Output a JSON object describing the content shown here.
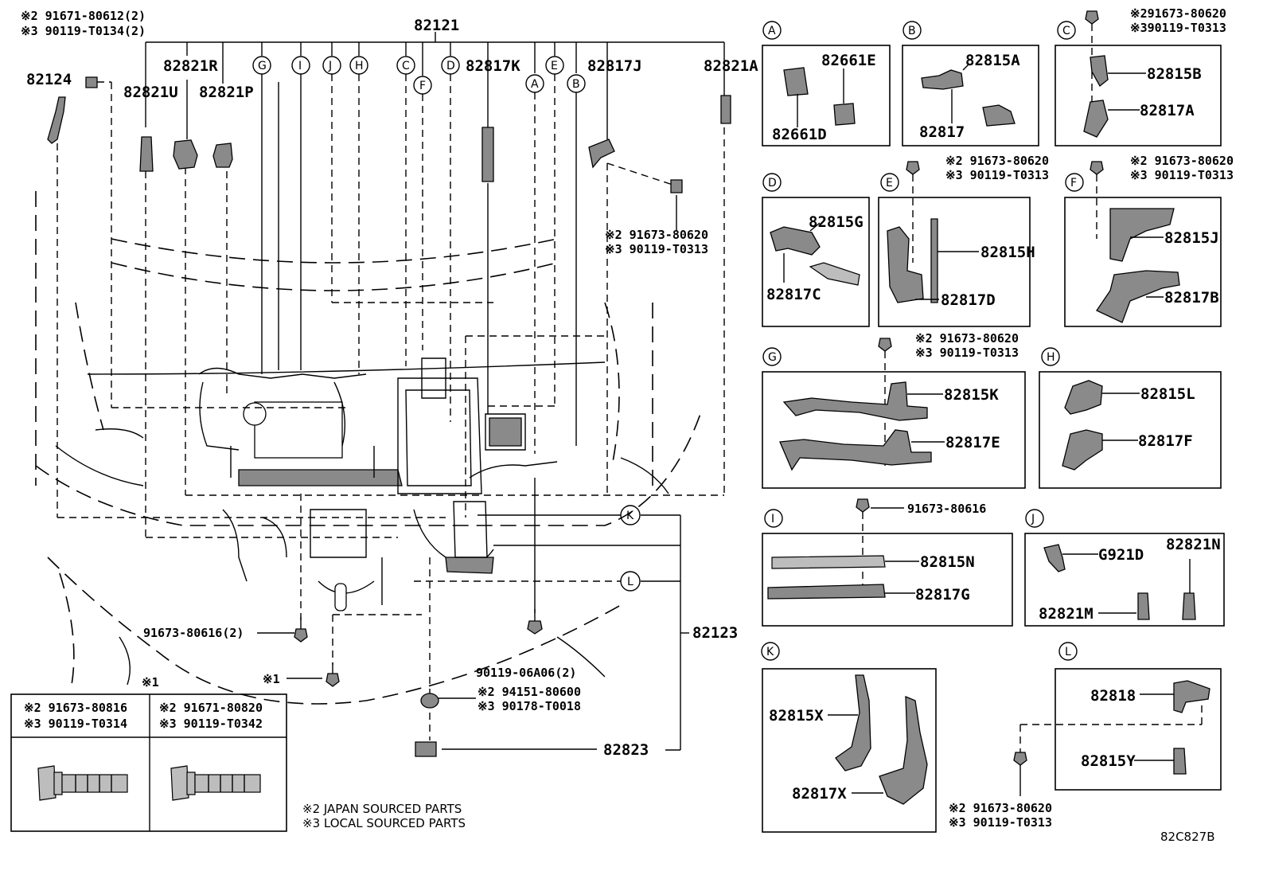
{
  "main": {
    "harness_number": "82121",
    "harness_parts": [
      "82821R",
      "82821P",
      "82821U",
      "82817K",
      "82817J",
      "82821A"
    ],
    "top_letter_circles": [
      "G",
      "I",
      "J",
      "H",
      "C",
      "F",
      "D",
      "A",
      "E",
      "B"
    ],
    "left_part": "82124",
    "left_bolt_note_1": "※2 91671-80612(2)",
    "left_bolt_note_2": "※3 90119-T0134(2)",
    "clamp_bolt_note_1": "※2 91673-80620",
    "clamp_bolt_note_2": "※3 90119-T0313",
    "bolt_a": "91673-80616(2)",
    "bolt_b_note": "※1",
    "bolt_c": "90119-06A06(2)",
    "nut_note_1": "※2 94151-80600",
    "nut_note_2": "※3 90178-T0018",
    "part_82823": "82823",
    "part_82123": "82123",
    "circle_k": "K",
    "circle_l": "L"
  },
  "bolt_table": {
    "title": "※1",
    "col1_line1": "※2 91673-80816",
    "col1_line2": "※3 90119-T0314",
    "col2_line1": "※2 91671-80820",
    "col2_line2": "※3 90119-T0342"
  },
  "footnotes": {
    "note_2": "※2 JAPAN SOURCED PARTS",
    "note_3": "※3 LOCAL SOURCED PARTS"
  },
  "diagram_code": "82C827B",
  "insets": {
    "A": {
      "letter": "A",
      "parts": [
        "82661E",
        "82661D"
      ]
    },
    "B": {
      "letter": "B",
      "parts": [
        "82815A",
        "82817"
      ]
    },
    "C": {
      "letter": "C",
      "parts": [
        "82815B",
        "82817A"
      ],
      "bolt_1": "※291673-80620",
      "bolt_2": "※390119-T0313"
    },
    "D": {
      "letter": "D",
      "parts": [
        "82815G",
        "82817C"
      ]
    },
    "E": {
      "letter": "E",
      "parts": [
        "82815H",
        "82817D"
      ],
      "bolt_1": "※2 91673-80620",
      "bolt_2": "※3 90119-T0313"
    },
    "F": {
      "letter": "F",
      "parts": [
        "82815J",
        "82817B"
      ],
      "bolt_1": "※2 91673-80620",
      "bolt_2": "※3 90119-T0313"
    },
    "G": {
      "letter": "G",
      "parts": [
        "82815K",
        "82817E"
      ],
      "bolt_1": "※2 91673-80620",
      "bolt_2": "※3 90119-T0313"
    },
    "H": {
      "letter": "H",
      "parts": [
        "82815L",
        "82817F"
      ]
    },
    "I": {
      "letter": "I",
      "parts": [
        "82815N",
        "82817G"
      ],
      "bolt_1": "91673-80616"
    },
    "J": {
      "letter": "J",
      "parts": [
        "G921D",
        "82821N",
        "82821M"
      ]
    },
    "K": {
      "letter": "K",
      "parts": [
        "82815X",
        "82817X"
      ]
    },
    "L": {
      "letter": "L",
      "parts": [
        "82818",
        "82815Y"
      ],
      "bolt_1": "※2 91673-80620",
      "bolt_2": "※3 90119-T0313"
    }
  }
}
